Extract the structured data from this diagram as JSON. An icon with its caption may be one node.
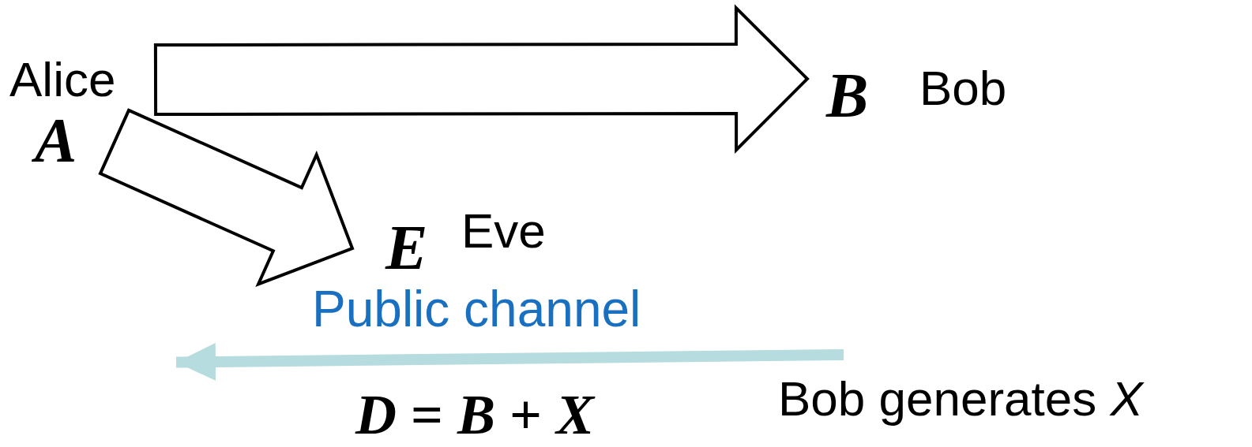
{
  "diagram": {
    "nodes": [
      {
        "text": [
          "Alice",
          "A"
        ]
      },
      {
        "text": [
          "B",
          "Bob"
        ]
      },
      {
        "text": [
          "E",
          "Eve"
        ]
      },
      {
        "text": [
          "Bob generates *X*"
        ]
      }
    ],
    "edges": [
      {
        "from": 0,
        "to": 1,
        "arrow": "to",
        "style": "thick"
      },
      {
        "from": 0,
        "to": 2,
        "arrow": "to",
        "style": "thick"
      },
      {
        "from": 3,
        "to": null,
        "arrow": "to",
        "label": "Public channel",
        "color": "#b6dcdf"
      }
    ],
    "labels": [
      "*D* = *B* + *X*"
    ]
  }
}
